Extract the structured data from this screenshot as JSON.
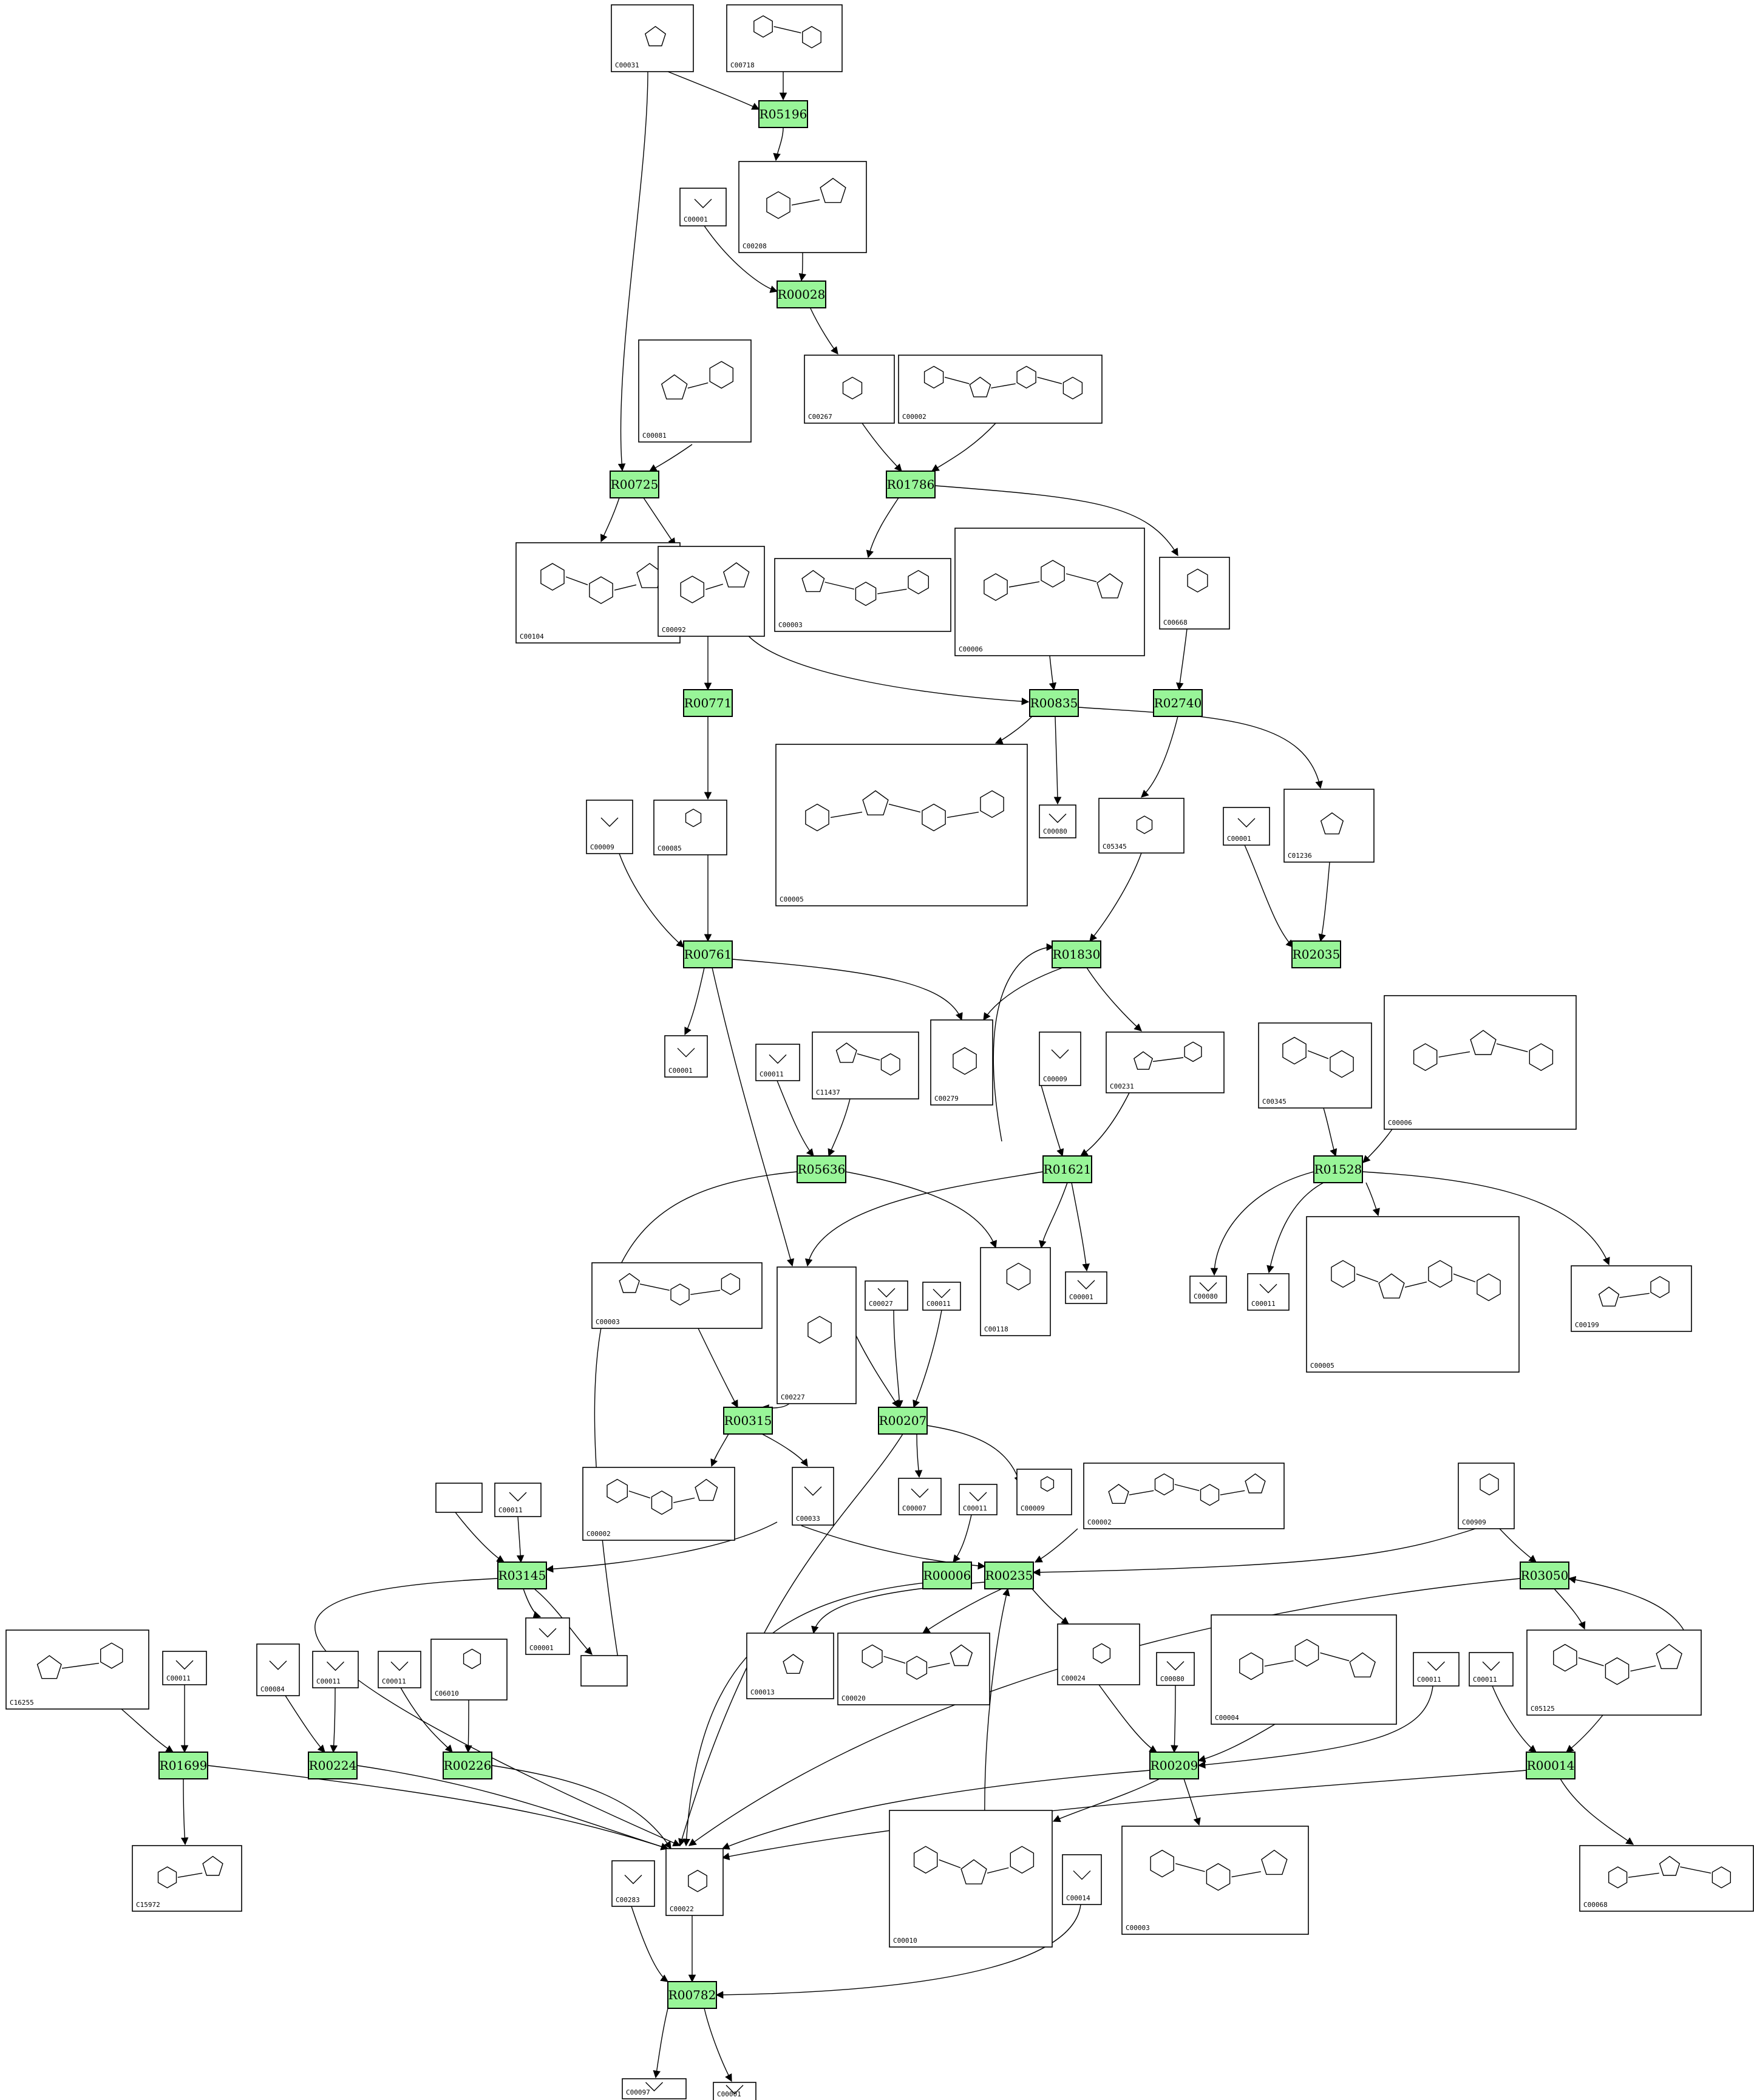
{
  "reactions": [
    "R05196",
    "R00028",
    "R00725",
    "R01786",
    "R00771",
    "R00835",
    "R02740",
    "R00761",
    "R01830",
    "R02035",
    "R05636",
    "R01621",
    "R01528",
    "R00315",
    "R00207",
    "R03145",
    "R00006",
    "R00235",
    "R03050",
    "R01699",
    "R00224",
    "R00226",
    "R00209",
    "R00014",
    "R00782"
  ],
  "compounds": [
    "C00031",
    "C00718",
    "C00208",
    "C00001",
    "C00267",
    "C00002",
    "C00081",
    "C00104",
    "C00092",
    "C00003",
    "C00006",
    "C00668",
    "C00009",
    "C00085",
    "C00005",
    "C00080",
    "C05345",
    "C01236",
    "C00011",
    "C11437",
    "C00279",
    "C00231",
    "C00345",
    "C00227",
    "C00118",
    "C00027",
    "C00199",
    "C00033",
    "C00007",
    "C00909",
    "C16255",
    "C00084",
    "C06010",
    "C00013",
    "C00020",
    "C00024",
    "C00004",
    "C05125",
    "C15972",
    "C00283",
    "C00022",
    "C00010",
    "C00014",
    "C00068",
    "C00097"
  ]
}
